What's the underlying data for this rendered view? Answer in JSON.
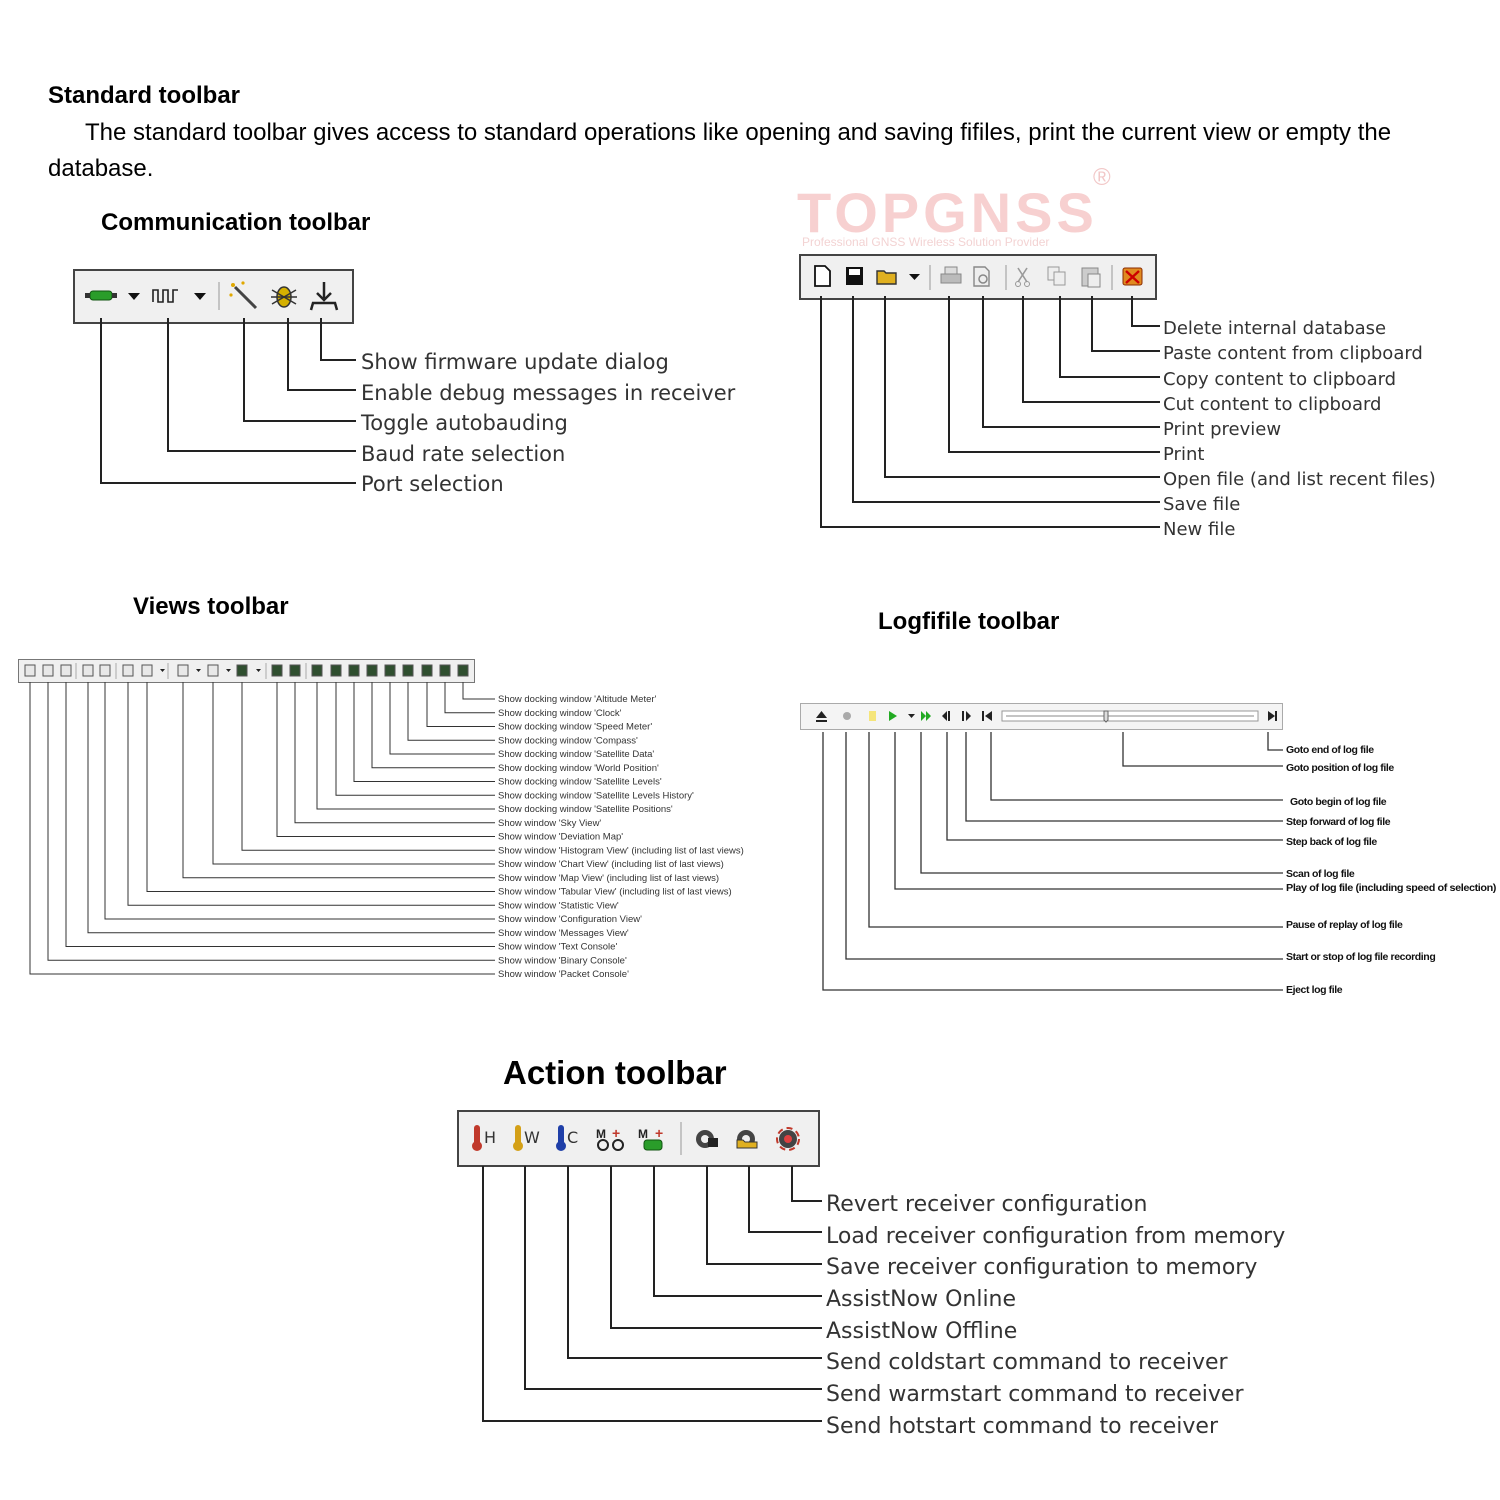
{
  "section": {
    "title": "Standard toolbar",
    "description": "The standard toolbar gives access to standard operations like opening and saving fifiles, print the current view or empty the database."
  },
  "watermark": {
    "brand": "TOPGNSS",
    "registered": "®",
    "tagline": "Professional GNSS Wireless Solution Provider",
    "color": "#f5c6c6"
  },
  "communication": {
    "title": "Communication toolbar",
    "labels": [
      "Show firmware update dialog",
      "Enable debug messages in receiver",
      "Toggle autobauding",
      "Baud rate selection",
      "Port selection"
    ]
  },
  "standard": {
    "labels": [
      "Delete internal database",
      "Paste content from clipboard",
      "Copy content to clipboard",
      "Cut content to clipboard",
      "Print preview",
      "Print",
      "Open file (and list recent files)",
      "Save file",
      "New file"
    ]
  },
  "views": {
    "title": "Views toolbar",
    "labels": [
      "Show docking window 'Altitude Meter'",
      "Show docking window 'Clock'",
      "Show docking window 'Speed Meter'",
      "Show docking window 'Compass'",
      "Show docking window 'Satellite Data'",
      "Show docking window 'World Position'",
      "Show docking window 'Satellite Levels'",
      "Show docking window 'Satellite Levels History'",
      "Show docking window 'Satellite Positions'",
      "Show window 'Sky View'",
      "Show window 'Deviation Map'",
      "Show window 'Histogram View' (including list of last views)",
      "Show window 'Chart View' (including list of last views)",
      "Show window 'Map View' (including list of last views)",
      "Show window 'Tabular View' (including list of last views)",
      "Show window 'Statistic View'",
      "Show window 'Configuration View'",
      "Show window 'Messages View'",
      "Show window 'Text Console'",
      "Show window 'Binary Console'",
      "Show window 'Packet Console'"
    ]
  },
  "logfile": {
    "title": "Logfifile toolbar",
    "labels": [
      "Goto end of log file",
      "Goto position of log file",
      "Goto begin of log file",
      "Step forward of log file",
      "Step back of log file",
      "Scan of log file",
      "Play of log file (including speed of selection)",
      "Pause of replay of log file",
      "Start or stop of log file recording",
      "Eject log file"
    ]
  },
  "action": {
    "title": "Action toolbar",
    "labels": [
      "Revert receiver configuration",
      "Load receiver configuration from memory",
      "Save receiver configuration to memory",
      "AssistNow Online",
      "AssistNow Offline",
      "Send coldstart command to receiver",
      "Send warmstart command to receiver",
      "Send hotstart command to receiver"
    ],
    "button_letters": [
      "H",
      "W",
      "C"
    ]
  },
  "colors": {
    "toolbar_bg": "#f0f0f0",
    "hot": "#c0392b",
    "warm": "#d4a017",
    "cold": "#1f3fa8",
    "play": "#22aa22"
  }
}
